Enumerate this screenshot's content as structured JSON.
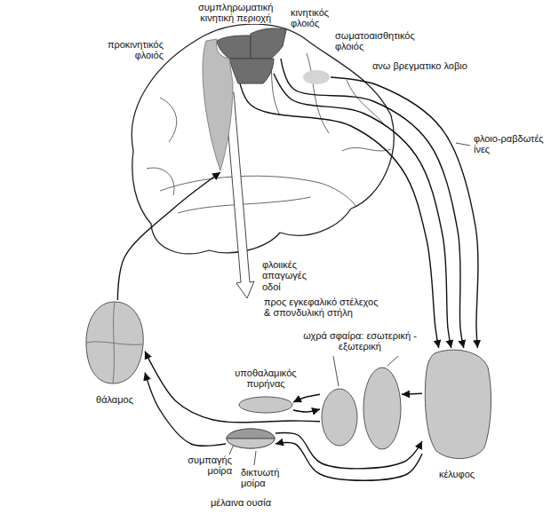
{
  "diagram": {
    "nodes": [
      {
        "text": [
          "συμπληρωματική κινητική περιοχή"
        ]
      },
      {
        "text": [
          "κινητικός φλοιός"
        ]
      },
      {
        "text": [
          "σωματοαισθητικός φλοιός"
        ]
      },
      {
        "text": [
          "προκινητικός φλοιός"
        ]
      },
      {
        "text": [
          "ανω βρεγματικο λοβιο"
        ]
      },
      {
        "text": [
          "κέλυφος"
        ]
      },
      {
        "text": [
          "ωχρά σφαίρα: εσωτερική - εξωτερική"
        ]
      },
      {
        "text": [
          "υποθαλαμικός πυρήνας"
        ]
      },
      {
        "text": [
          "μέλαινα ουσία"
        ]
      },
      {
        "text": [
          "συμπαγής μοίρα"
        ],
        "in": 8
      },
      {
        "text": [
          "δικτυωτή μοίρα"
        ],
        "in": 8
      },
      {
        "text": [
          "θάλαμος"
        ]
      }
    ],
    "edges": [
      {
        "from": 0,
        "to": 5,
        "arrow": "to"
      },
      {
        "from": 1,
        "to": 5,
        "arrow": "to"
      },
      {
        "from": 2,
        "to": 5,
        "arrow": "to"
      },
      {
        "from": 4,
        "to": 5,
        "arrow": "to"
      },
      {
        "from": 5,
        "to": 6,
        "arrow": "to"
      },
      {
        "from": 6,
        "to": 7,
        "arrow": "to"
      },
      {
        "from": 7,
        "to": 6,
        "arrow": "to"
      },
      {
        "from": 6,
        "to": 11,
        "arrow": "to"
      },
      {
        "from": 5,
        "to": 10,
        "arrow": "to"
      },
      {
        "from": 9,
        "to": 5,
        "arrow": "to"
      },
      {
        "from": 10,
        "to": 11,
        "arrow": "to"
      },
      {
        "from": 11,
        "to": 3,
        "arrow": "to"
      }
    ],
    "labels": [
      "φλοιο-ραβδωτές ίνες",
      "φλοιικές απαγωγές οδοί",
      "προς εγκεφαλικό στέλεχος & σπονδυλική στήλη"
    ]
  }
}
